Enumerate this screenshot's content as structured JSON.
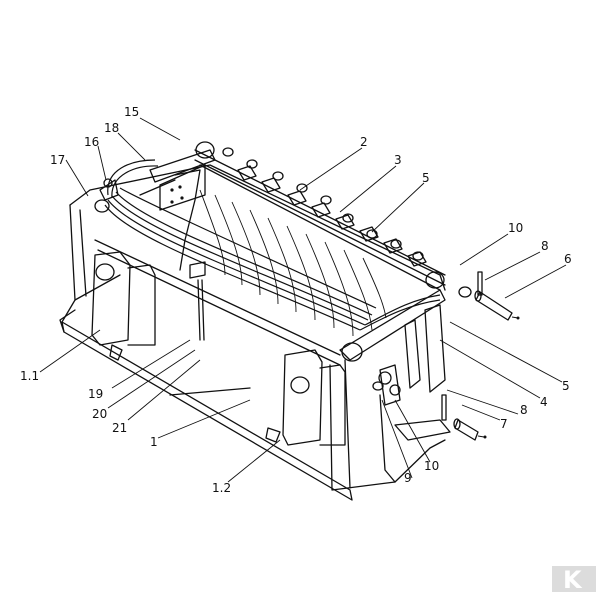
{
  "diagram": {
    "callouts": [
      {
        "id": "c-15",
        "text": "15"
      },
      {
        "id": "c-16",
        "text": "16"
      },
      {
        "id": "c-17",
        "text": "17"
      },
      {
        "id": "c-18",
        "text": "18"
      },
      {
        "id": "c-2",
        "text": "2"
      },
      {
        "id": "c-3",
        "text": "3"
      },
      {
        "id": "c-5a",
        "text": "5"
      },
      {
        "id": "c-10a",
        "text": "10"
      },
      {
        "id": "c-8a",
        "text": "8"
      },
      {
        "id": "c-6",
        "text": "6"
      },
      {
        "id": "c-1-1",
        "text": "1.1"
      },
      {
        "id": "c-19",
        "text": "19"
      },
      {
        "id": "c-20",
        "text": "20"
      },
      {
        "id": "c-21",
        "text": "21"
      },
      {
        "id": "c-1",
        "text": "1"
      },
      {
        "id": "c-1-2",
        "text": "1.2"
      },
      {
        "id": "c-5b",
        "text": "5"
      },
      {
        "id": "c-4",
        "text": "4"
      },
      {
        "id": "c-8b",
        "text": "8"
      },
      {
        "id": "c-7",
        "text": "7"
      },
      {
        "id": "c-10b",
        "text": "10"
      },
      {
        "id": "c-9",
        "text": "9"
      }
    ],
    "logo_text": "K"
  }
}
